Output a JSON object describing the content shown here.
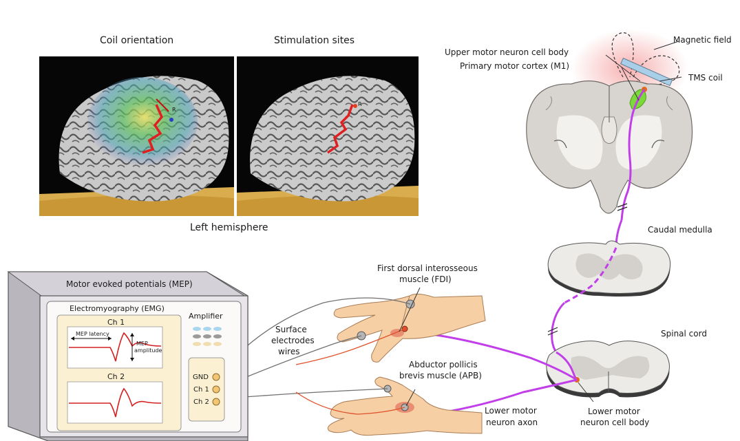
{
  "panels": {
    "coil_orientation_title": "Coil orientation",
    "stimulation_sites_title": "Stimulation sites",
    "hemisphere_caption": "Left hemisphere",
    "marker_r": "R"
  },
  "anatomy": {
    "magnetic_field": "Magnetic field",
    "upper_motor_neuron": "Upper motor neuron cell body",
    "primary_motor_cortex": "Primary motor cortex (M1)",
    "tms_coil": "TMS coil",
    "caudal_medulla": "Caudal medulla",
    "spinal_cord": "Spinal cord",
    "lower_motor_neuron_body_l1": "Lower motor",
    "lower_motor_neuron_body_l2": "neuron cell body",
    "lower_motor_axon_l1": "Lower motor",
    "lower_motor_axon_l2": "neuron axon"
  },
  "muscles": {
    "fdi_l1": "First dorsal interosseous",
    "fdi_l2": "muscle (FDI)",
    "apb_l1": "Abductor pollicis",
    "apb_l2": "brevis muscle (APB)",
    "electrodes_l1": "Surface",
    "electrodes_l2": "electrodes",
    "electrodes_l3": "wires"
  },
  "device": {
    "title": "Motor evoked potentials (MEP)",
    "emg_title": "Electromyography (EMG)",
    "amplifier": "Amplifier",
    "ch1": "Ch 1",
    "ch2": "Ch 2",
    "mep_latency": "MEP latency",
    "mep_amplitude_l1": "MEP",
    "mep_amplitude_l2": "amplitude",
    "inputs": [
      "GND",
      "Ch 1",
      "Ch 2"
    ]
  },
  "colors": {
    "axon": "#c13fe8",
    "emg_trace": "#d42020",
    "electrode_wire_red": "#e0522a",
    "electrode_wire_gray": "#707070",
    "device_panel": "#fbf1d2",
    "skin": "#f6cfa5",
    "gray_matter": "#d8d4cf",
    "white_matter": "#f3f1ee"
  }
}
